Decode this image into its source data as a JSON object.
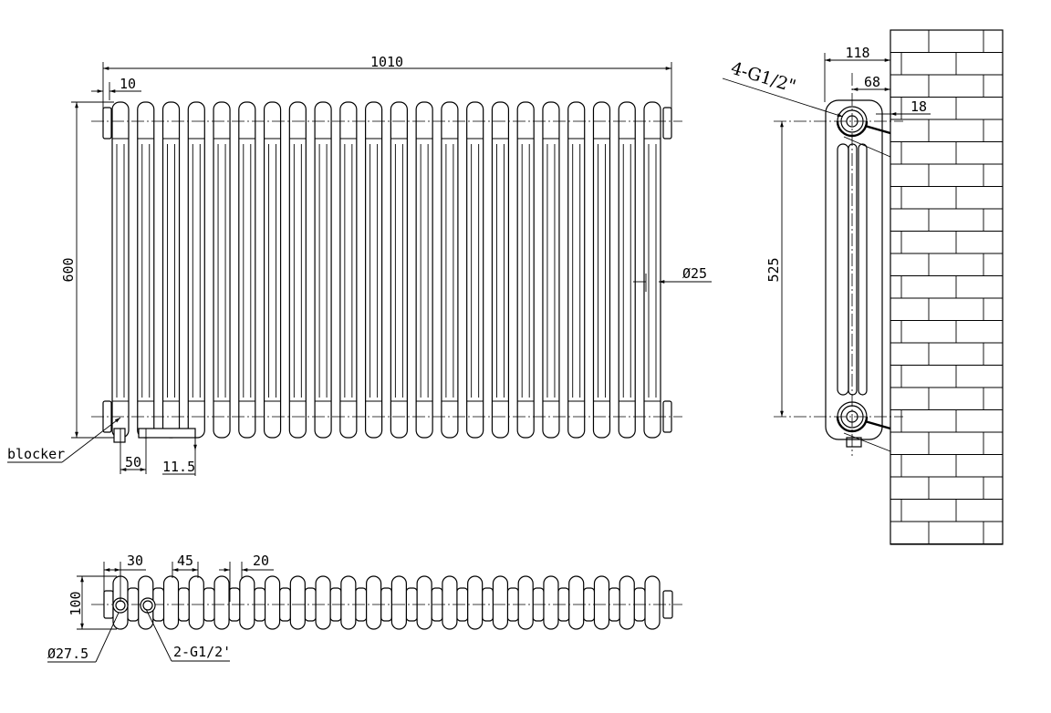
{
  "drawing": {
    "front_view": {
      "columns": 22,
      "dim_width": "1010",
      "dim_end_offset": "10",
      "dim_height": "600",
      "dim_tube_diameter": "Ø25",
      "label_blocker": "blocker",
      "dim_inlet_offset": "50",
      "dim_pipe_offset": "11.5"
    },
    "side_view": {
      "dim_depth": "118",
      "dim_wall_to_center": "68",
      "dim_wall_gap": "18",
      "label_connections": "4-G1/2\"",
      "dim_centers": "525"
    },
    "top_view": {
      "dim_first_pitch": "30",
      "dim_pitch": "45",
      "dim_gap": "20",
      "dim_depth": "100",
      "dim_pipe_diameter": "Ø27.5",
      "label_connections": "2-G1/2'"
    }
  }
}
